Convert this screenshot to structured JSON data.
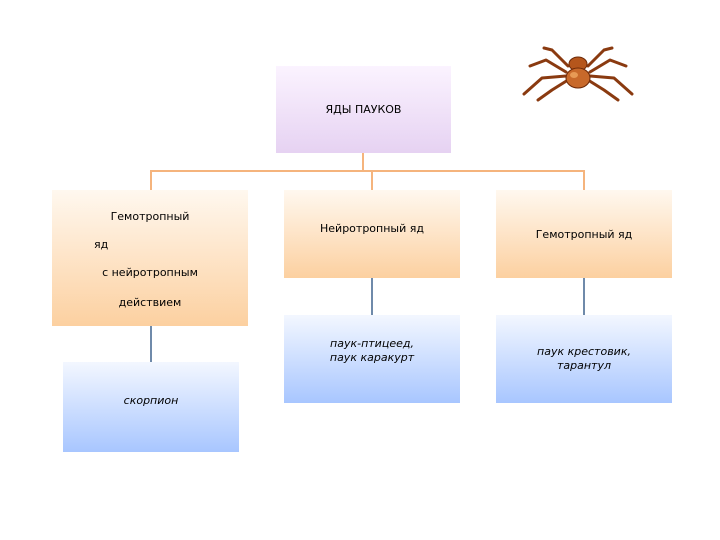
{
  "root": {
    "label": "ЯДЫ ПАУКОВ"
  },
  "branch_left": {
    "line1": "Гемотропный",
    "line2": "яд",
    "line3": "с нейротропным",
    "line4": "действием"
  },
  "branch_middle": {
    "label": "Нейротропный яд"
  },
  "branch_right": {
    "label": "Гемотропный яд"
  },
  "example_left": {
    "label": "скорпион"
  },
  "example_middle": {
    "line1": "паук-птицеед,",
    "line2": "паук каракурт"
  },
  "example_right": {
    "line1": "паук крестовик,",
    "line2": "тарантул"
  },
  "illustration": {
    "icon": "spider-icon"
  },
  "colors": {
    "root_fill": "#e6d2f2",
    "orange_fill": "#fcd0a0",
    "blue_fill": "#a8c6ff",
    "orange_connector": "#f5b47d",
    "blue_connector": "#6f8aaa"
  }
}
